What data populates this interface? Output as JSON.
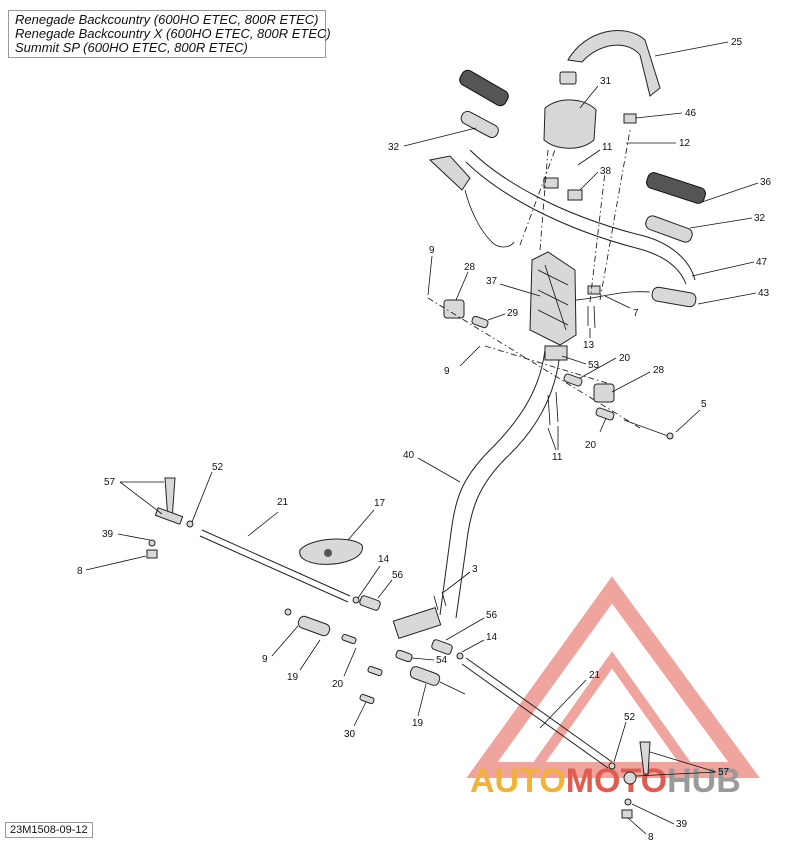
{
  "title_lines": [
    "Renegade Backcountry (600HO ETEC, 800R ETEC)",
    "Renegade Backcountry X (600HO ETEC, 800R ETEC)",
    "Summit SP (600HO ETEC, 800R ETEC)"
  ],
  "figure_code": "23M1508-09-12",
  "watermark": {
    "part1": "AUTO",
    "part2": "MOTO",
    "part3": "HUB"
  },
  "callouts": {
    "c25": "25",
    "c31": "31",
    "c32a": "32",
    "c46": "46",
    "c12": "12",
    "c11a": "11",
    "c38": "38",
    "c36": "36",
    "c32b": "32",
    "c47": "47",
    "c43": "43",
    "c9a": "9",
    "c28a": "28",
    "c37": "37",
    "c29": "29",
    "c7": "7",
    "c13": "13",
    "c9b": "9",
    "c53": "53",
    "c20a": "20",
    "c28b": "28",
    "c5": "5",
    "c20b": "20",
    "c11b": "11",
    "c40": "40",
    "c57a": "57",
    "c52a": "52",
    "c21a": "21",
    "c17": "17",
    "c39a": "39",
    "c8a": "8",
    "c14a": "14",
    "c56a": "56",
    "c3": "3",
    "c9c": "9",
    "c19a": "19",
    "c56b": "56",
    "c14b": "14",
    "c20c": "20",
    "c54": "54",
    "c21b": "21",
    "c19b": "19",
    "c30": "30",
    "c52b": "52",
    "c57b": "57",
    "c39b": "39",
    "c8b": "8"
  }
}
